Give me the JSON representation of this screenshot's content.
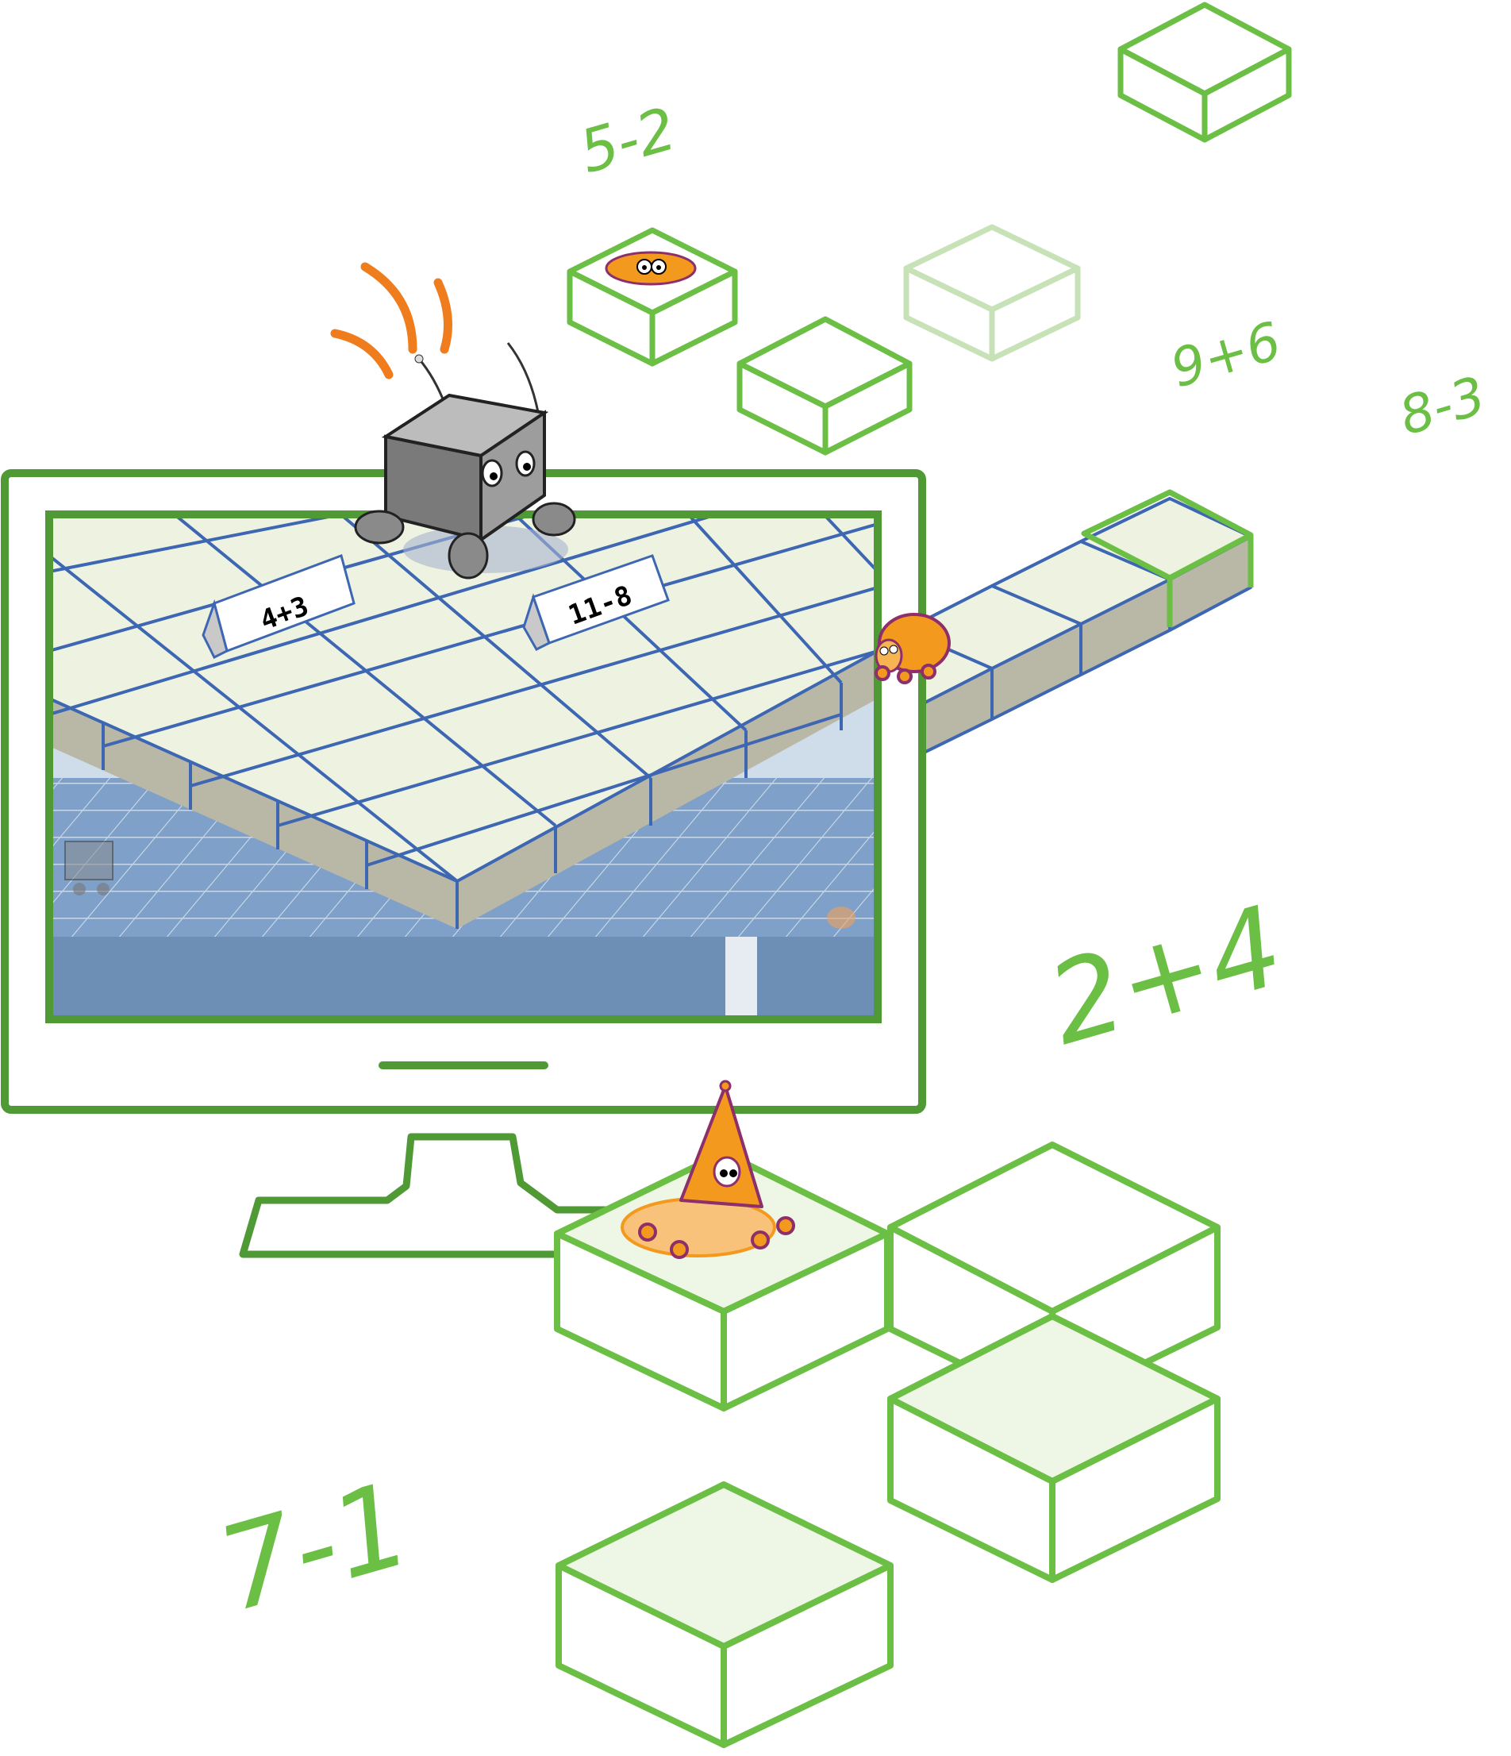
{
  "colors": {
    "green": "#6cbf45",
    "monitor_green": "#4f9a35",
    "orange": "#f39a1e",
    "grid_blue": "#3d66b3",
    "tile": "#eef2e0"
  },
  "floating_equations": [
    "5-2",
    "9+6",
    "8-3",
    "2+4",
    "7-1"
  ],
  "board_placards": [
    "4+3",
    "11-8"
  ],
  "icons": [
    "robot-cube-icon",
    "orange-bug-icon",
    "cone-robot-icon",
    "monitor-icon"
  ]
}
